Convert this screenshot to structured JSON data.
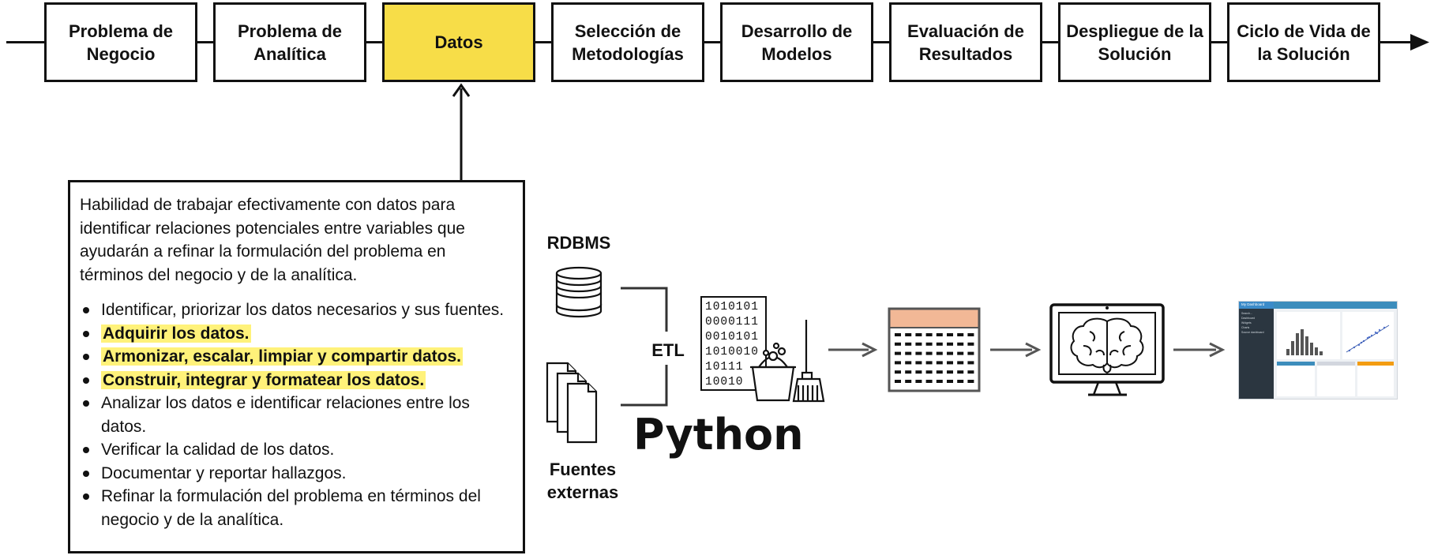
{
  "pipeline": {
    "steps": [
      {
        "label": "Problema de\nNegocio"
      },
      {
        "label": "Problema de\nAnalítica"
      },
      {
        "label": "Datos"
      },
      {
        "label": "Selección de\nMetodologías"
      },
      {
        "label": "Desarrollo de\nModelos"
      },
      {
        "label": "Evaluación de\nResultados"
      },
      {
        "label": "Despliegue de la\nSolución"
      },
      {
        "label": "Ciclo de Vida de\nla Solución"
      }
    ],
    "active_color": "#f7dd48",
    "active_step": "Datos"
  },
  "description": {
    "intro": "Habilidad de trabajar efectivamente con datos para identificar relaciones potenciales entre variables que ayudarán a refinar la formulación del problema en términos del negocio y de la analítica.",
    "bullets": [
      "Identificar, priorizar los datos necesarios y sus fuentes.",
      "Adquirir los datos.",
      "Armonizar, escalar, limpiar y compartir datos.",
      "Construir, integrar y formatear los datos.",
      "Analizar los datos e identificar relaciones entre los datos.",
      "Verificar la calidad de los datos.",
      "Documentar y reportar hallazgos.",
      "Refinar la formulación del problema en términos del negocio y de la analítica."
    ],
    "highlight_color": "#fff27a"
  },
  "flow": {
    "source_rdbms": "RDBMS",
    "source_external": "Fuentes\nexternas",
    "etl": "ETL",
    "python": "Python",
    "binary": "1010101\n0000111\n0010101\n1010010\n10111\n10010",
    "icons": [
      "database-icon",
      "documents-icon",
      "binary-data-icon",
      "bucket-icon",
      "broom-icon",
      "table-icon",
      "monitor-icon",
      "brain-icon",
      "dashboard-icon"
    ],
    "table_header_color": "#f2b896"
  },
  "dashboard": {
    "title": "My Dashboard",
    "nav": [
      "Search...",
      "Dashboard",
      "Widgets",
      "Charts",
      "Source dashboard"
    ]
  }
}
